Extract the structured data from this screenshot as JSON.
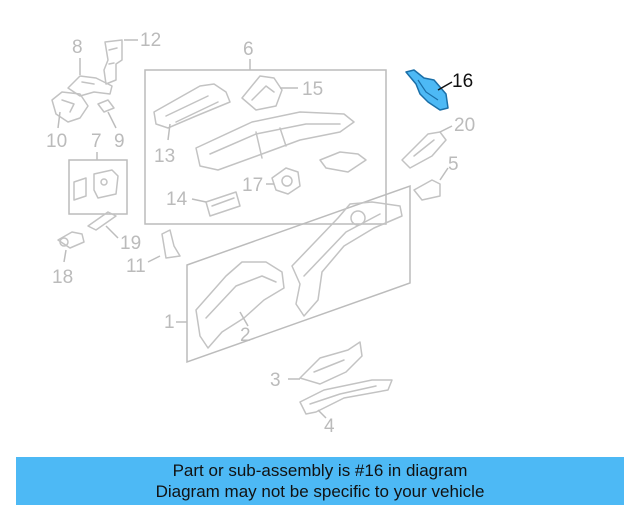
{
  "callouts": {
    "c1": "1",
    "c2": "2",
    "c3": "3",
    "c4": "4",
    "c5": "5",
    "c6": "6",
    "c7": "7",
    "c8": "8",
    "c9": "9",
    "c10": "10",
    "c11": "11",
    "c12": "12",
    "c13": "13",
    "c14": "14",
    "c15": "15",
    "c16": "16",
    "c17": "17",
    "c18": "18",
    "c19": "19",
    "c20": "20"
  },
  "highlight": {
    "part": "16",
    "color": "#4db9f5"
  },
  "banner": {
    "line1": "Part or sub-assembly is #16 in diagram",
    "line2": "Diagram may not be specific to your vehicle",
    "color": "#4db9f5"
  }
}
